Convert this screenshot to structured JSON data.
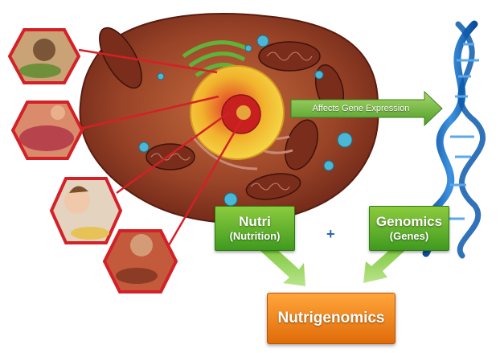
{
  "diagram": {
    "arrow_text": "Affects Gene Expression",
    "nutri_title": "Nutri",
    "nutri_sub": "(Nutrition)",
    "genomics_title": "Genomics",
    "genomics_sub": "(Genes)",
    "plus": "+",
    "result": "Nutrigenomics"
  },
  "colors": {
    "green_box": "#4fa826",
    "orange_box": "#f08a1e",
    "hex_border": "#d42027",
    "connector_lines": "#d42027",
    "dna_blue": "#1e6fc0",
    "cell_brown": "#8a3a24",
    "nucleus_yellow": "#f5d23a"
  },
  "icons": [
    "cell-illustration",
    "dna-helix-icon",
    "food-photo-hexagon"
  ]
}
